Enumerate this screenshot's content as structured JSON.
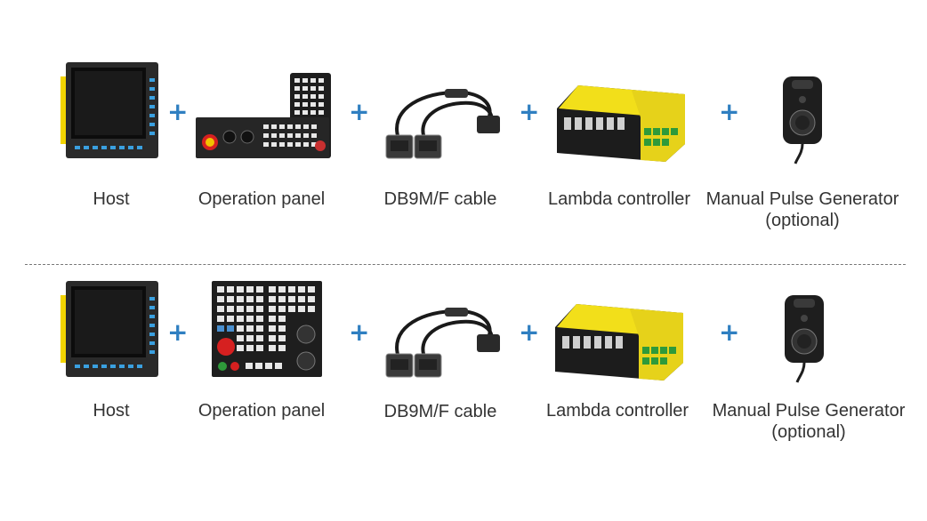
{
  "accent_color": "#2f7fc1",
  "rows": [
    {
      "items": [
        {
          "icon": "host-monitor",
          "label": "Host"
        },
        {
          "icon": "operation-panel-with-keypad",
          "label": "Operation panel"
        },
        {
          "icon": "db9-cable",
          "label": "DB9M/F cable"
        },
        {
          "icon": "lambda-controller",
          "label": "Lambda controller"
        },
        {
          "icon": "manual-pulse-generator",
          "label": "Manual Pulse Generator",
          "sublabel": "(optional)"
        }
      ],
      "plus": [
        "+",
        "+",
        "+",
        "+"
      ]
    },
    {
      "items": [
        {
          "icon": "host-monitor",
          "label": "Host"
        },
        {
          "icon": "operation-panel-integrated",
          "label": "Operation panel"
        },
        {
          "icon": "db9-cable",
          "label": "DB9M/F cable"
        },
        {
          "icon": "lambda-controller",
          "label": "Lambda controller"
        },
        {
          "icon": "manual-pulse-generator",
          "label": "Manual Pulse Generator",
          "sublabel": "(optional)"
        }
      ],
      "plus": [
        "+",
        "+",
        "+",
        "+"
      ]
    }
  ]
}
